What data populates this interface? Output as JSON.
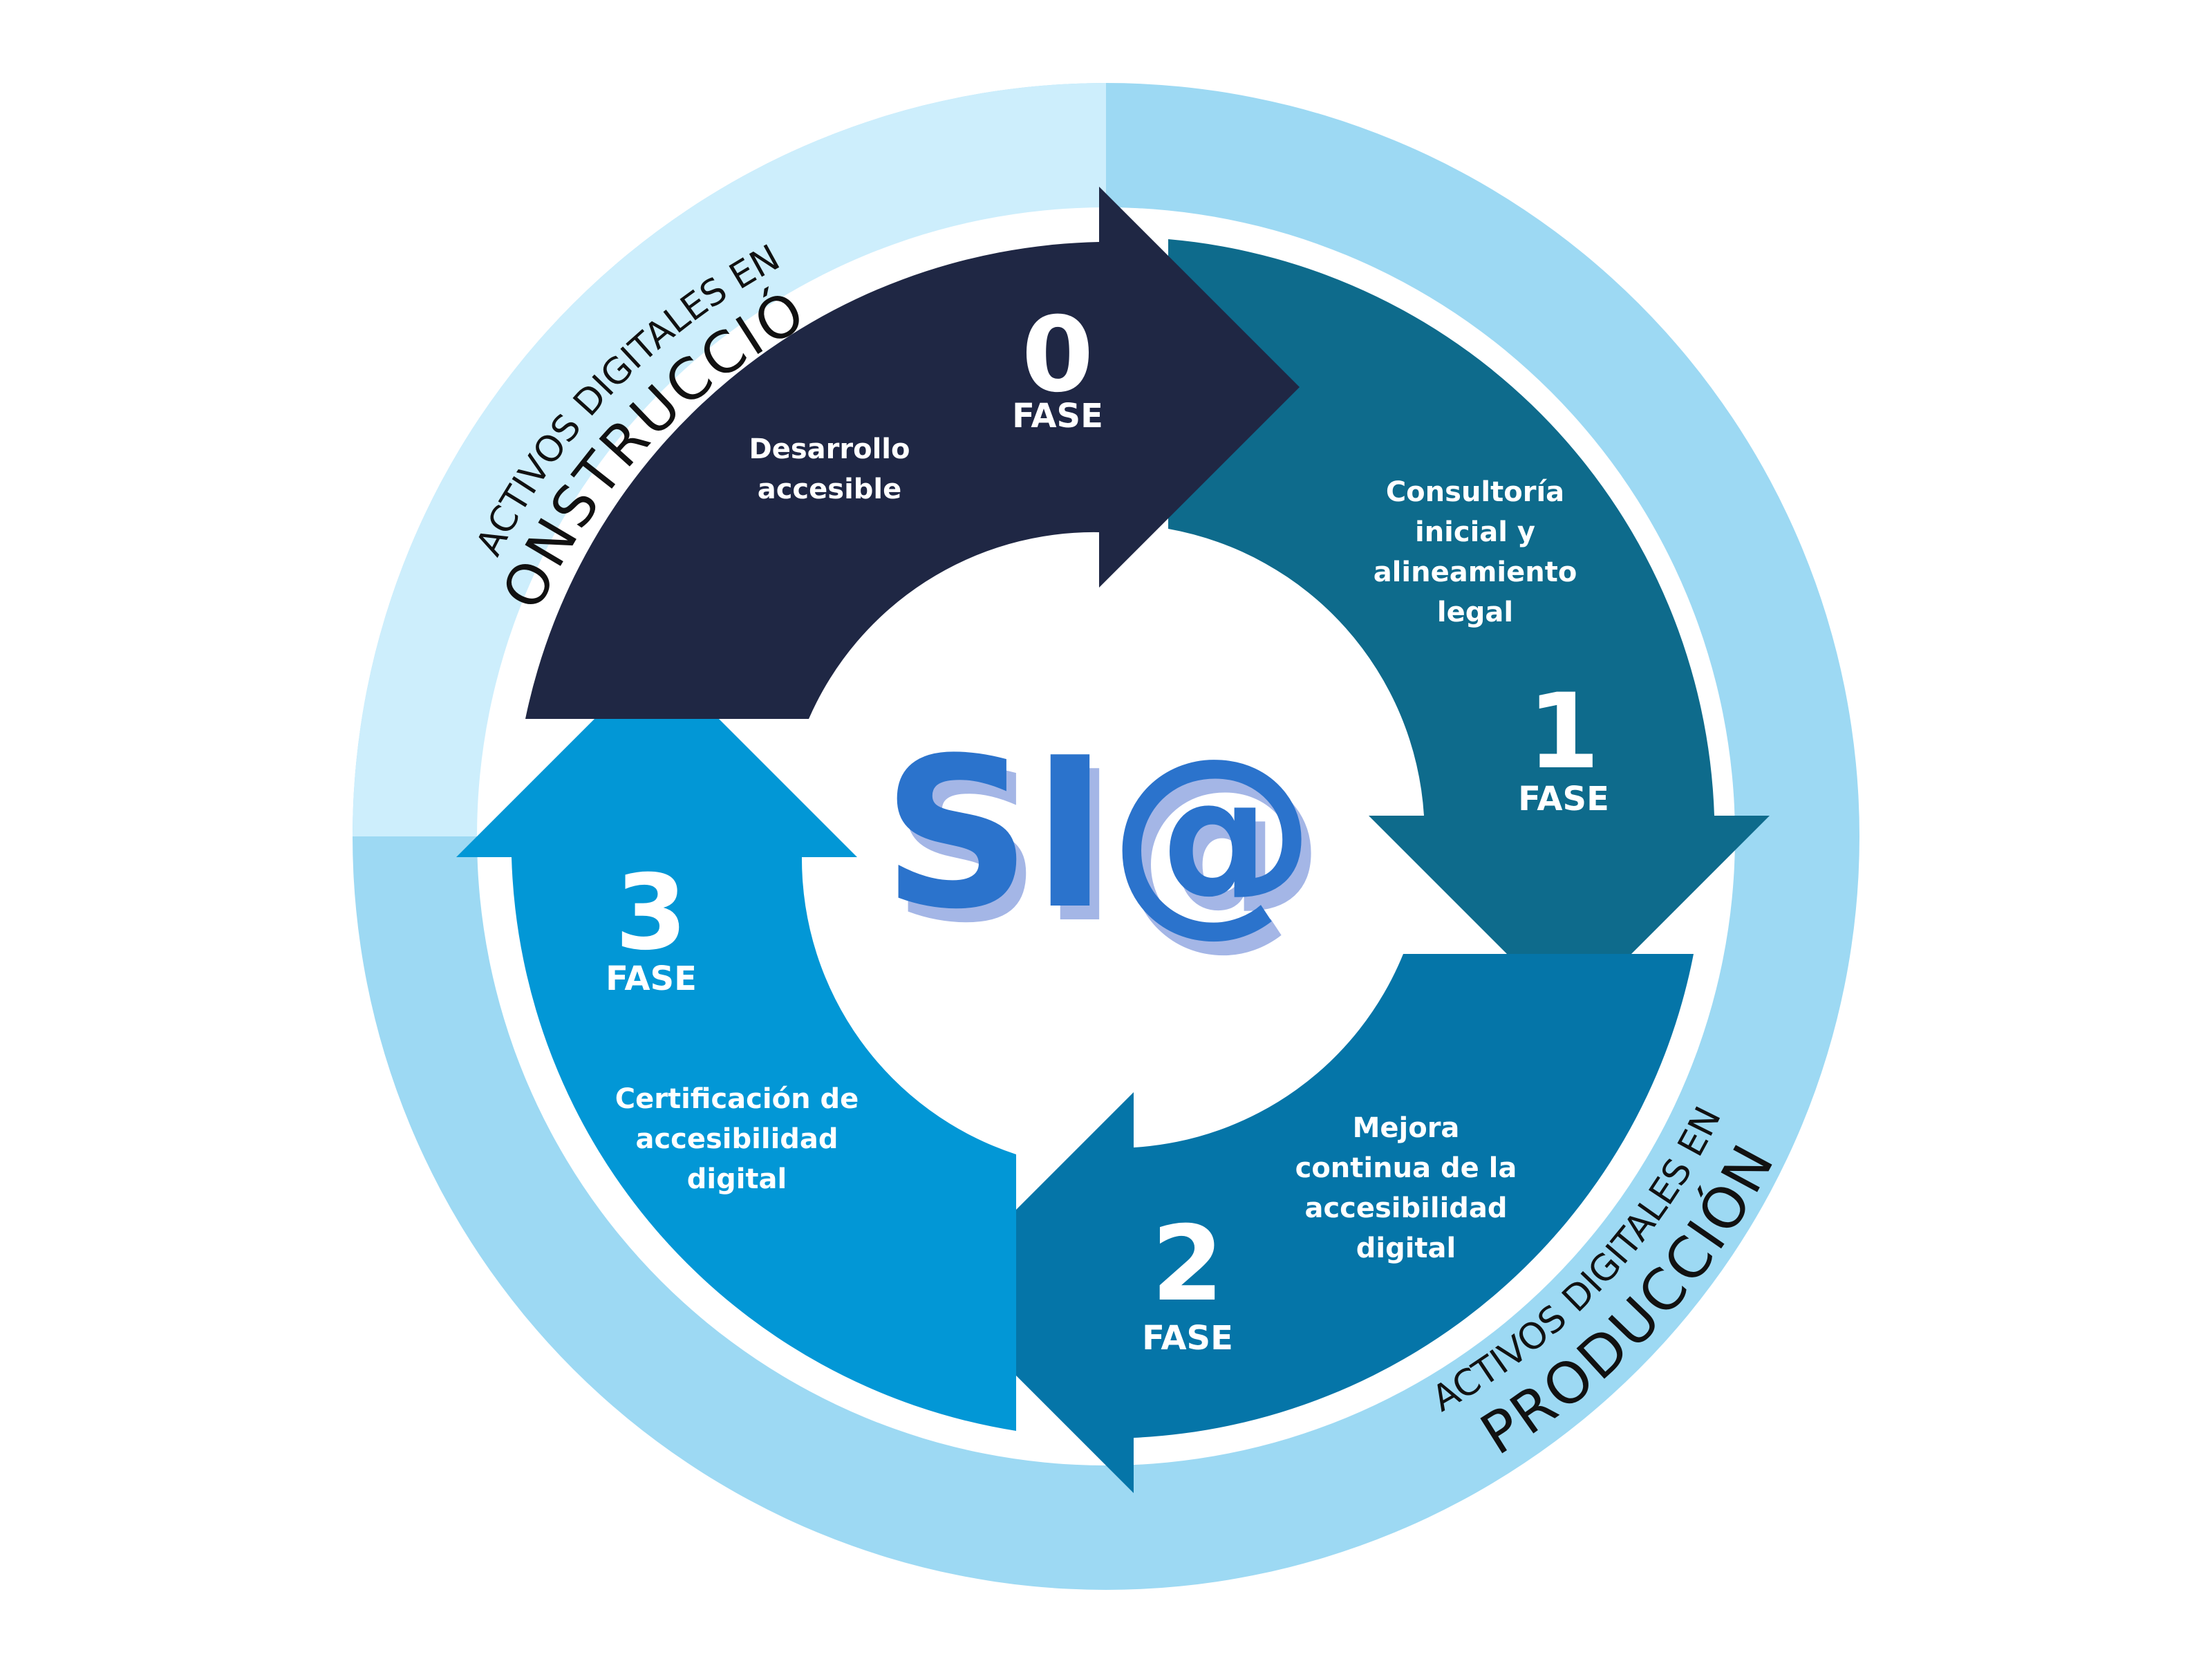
{
  "colors": {
    "ring_construction": "#cdeefc",
    "ring_production": "#9dd9f3",
    "phase0": "#1f2744",
    "phase1": "#0e6b8c",
    "phase2": "#0575a8",
    "phase3": "#0297d6",
    "logo_main": "#2b73cc",
    "logo_shadow": "#a4b6e6"
  },
  "ring": {
    "construction": {
      "line1": "ACTIVOS DIGITALES EN",
      "line2": "CONSTRUCCIÓN"
    },
    "production": {
      "line1": "ACTIVOS DIGITALES EN",
      "line2": "PRODUCCIÓN"
    }
  },
  "logo": {
    "text": "SI@"
  },
  "phases": [
    {
      "number": "0",
      "label": "FASE",
      "lines": [
        "Desarrollo",
        "accesible"
      ]
    },
    {
      "number": "1",
      "label": "FASE",
      "lines": [
        "Consultoría",
        "inicial y",
        "alineamiento",
        "legal"
      ]
    },
    {
      "number": "2",
      "label": "FASE",
      "lines": [
        "Mejora",
        "continua de la",
        "accesibilidad",
        "digital"
      ]
    },
    {
      "number": "3",
      "label": "FASE",
      "lines": [
        "Certificación de",
        "accesibilidad",
        "digital"
      ]
    }
  ]
}
